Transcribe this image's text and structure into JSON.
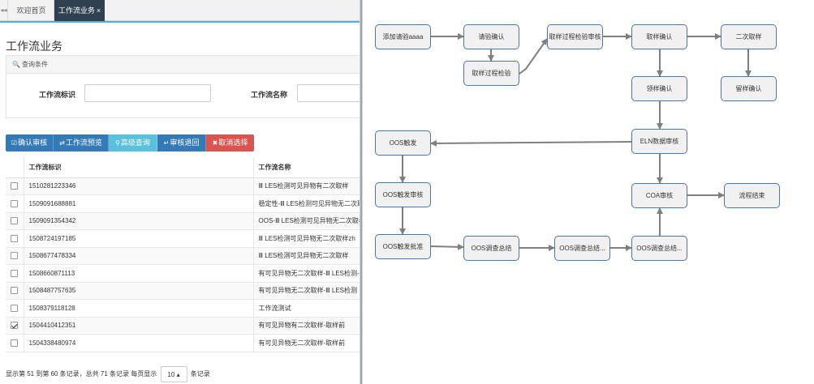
{
  "tabs": {
    "home": "欢迎首页",
    "workflow": "工作流业务",
    "close_glyph": "×"
  },
  "page": {
    "title": "工作流业务"
  },
  "query": {
    "header": "查询条件",
    "wf_id_label": "工作流标识",
    "wf_name_label": "工作流名称",
    "wf_id_value": "",
    "wf_name_value": ""
  },
  "toolbar": {
    "confirm_review": "确认审核",
    "flow_preview": "工作流预览",
    "advanced_query": "高级查询",
    "review_return": "审核退回",
    "cancel_select": "取消选择"
  },
  "table": {
    "columns": [
      "工作流标识",
      "工作流名称"
    ],
    "rows": [
      {
        "id": "1510281223346",
        "name": "Ⅲ LES检测可见异物有二次取样",
        "checked": false
      },
      {
        "id": "1509091688881",
        "name": "稳定性-Ⅲ LES检测可见异物无二次取",
        "checked": false
      },
      {
        "id": "1509091354342",
        "name": "OOS-Ⅲ LES检测可见异物无二次取样",
        "checked": false
      },
      {
        "id": "1508724197185",
        "name": "Ⅲ LES检测可见异物无二次取样zh",
        "checked": false
      },
      {
        "id": "1508677478334",
        "name": "Ⅲ LES检测可见异物无二次取样",
        "checked": false
      },
      {
        "id": "1508660871113",
        "name": "有可见异物无二次取样-Ⅲ LES检测-新",
        "checked": false
      },
      {
        "id": "1508487757635",
        "name": "有可见异物无二次取样-Ⅲ LES检测",
        "checked": false
      },
      {
        "id": "1508379118128",
        "name": "工作流测试",
        "checked": false
      },
      {
        "id": "1504410412351",
        "name": "有可见异物有二次取样-取样前",
        "checked": true
      },
      {
        "id": "1504338480974",
        "name": "有可见异物无二次取样-取样前",
        "checked": false
      }
    ]
  },
  "pager": {
    "summary": "显示第 51 到第 60 条记录，总共 71 条记录 每页显示",
    "page_size": "10",
    "suffix": "条记录"
  },
  "flow": {
    "nodes": {
      "add_request": "添加请验aaaa",
      "request_confirm": "请验确认",
      "sampling_check_review": "取样过程检验审核",
      "sample_confirm": "取样确认",
      "second_sampling": "二次取样",
      "sampling_check": "取样过程检验",
      "pick_confirm": "领样确认",
      "retain_confirm": "留样确认",
      "oos_trigger": "OOS触发",
      "eln_review": "ELN数据审核",
      "oos_trigger_review": "OOS触发审核",
      "coa_review": "COA审核",
      "flow_end": "流程结束",
      "oos_trigger_approve": "OOS触发批准",
      "oos_summary_1": "OOS调查总结",
      "oos_summary_2": "OOS调查总结...",
      "oos_summary_3": "OOS调查总结..."
    },
    "colors": {
      "node_border": "#4a76a8",
      "node_fill": "#f1f1f1",
      "edge": "#7f7f7f"
    }
  }
}
